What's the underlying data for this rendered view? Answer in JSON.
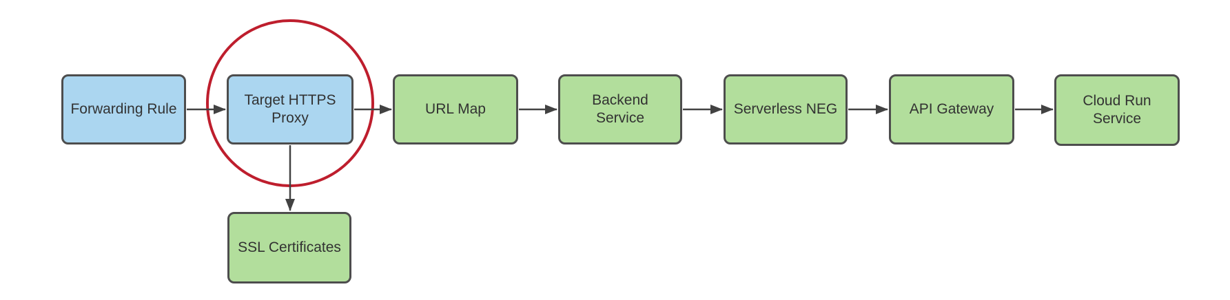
{
  "diagram": {
    "type": "flowchart",
    "nodes": [
      {
        "id": "forwarding-rule",
        "label": "Forwarding Rule",
        "color_role": "blue",
        "highlighted": false
      },
      {
        "id": "target-https-proxy",
        "label": "Target HTTPS Proxy",
        "color_role": "blue",
        "highlighted": true
      },
      {
        "id": "url-map",
        "label": "URL Map",
        "color_role": "green",
        "highlighted": false
      },
      {
        "id": "backend-service",
        "label": "Backend Service",
        "color_role": "green",
        "highlighted": false
      },
      {
        "id": "serverless-neg",
        "label": "Serverless NEG",
        "color_role": "green",
        "highlighted": false
      },
      {
        "id": "api-gateway",
        "label": "API Gateway",
        "color_role": "green",
        "highlighted": false
      },
      {
        "id": "cloud-run-service",
        "label": "Cloud Run Service",
        "color_role": "green",
        "highlighted": false
      },
      {
        "id": "ssl-certificates",
        "label": "SSL Certificates",
        "color_role": "green",
        "highlighted": false
      }
    ],
    "edges": [
      {
        "from": "Forwarding Rule",
        "to": "Target HTTPS Proxy",
        "direction": "right"
      },
      {
        "from": "Target HTTPS Proxy",
        "to": "URL Map",
        "direction": "right"
      },
      {
        "from": "URL Map",
        "to": "Backend Service",
        "direction": "right"
      },
      {
        "from": "Backend Service",
        "to": "Serverless NEG",
        "direction": "right"
      },
      {
        "from": "Serverless NEG",
        "to": "API Gateway",
        "direction": "right"
      },
      {
        "from": "API Gateway",
        "to": "Cloud Run Service",
        "direction": "right"
      },
      {
        "from": "Target HTTPS Proxy",
        "to": "SSL Certificates",
        "direction": "down"
      }
    ],
    "annotations": [
      {
        "shape": "circle",
        "meaning": "highlight",
        "around": "Target HTTPS Proxy"
      }
    ],
    "colors": {
      "node_blue": "#abd6f0",
      "node_green": "#b2de9c",
      "node_border": "#4d4d4d",
      "arrow": "#424242",
      "highlight": "#be1e2d",
      "text": "#323232",
      "bg": "#ffffff"
    }
  }
}
